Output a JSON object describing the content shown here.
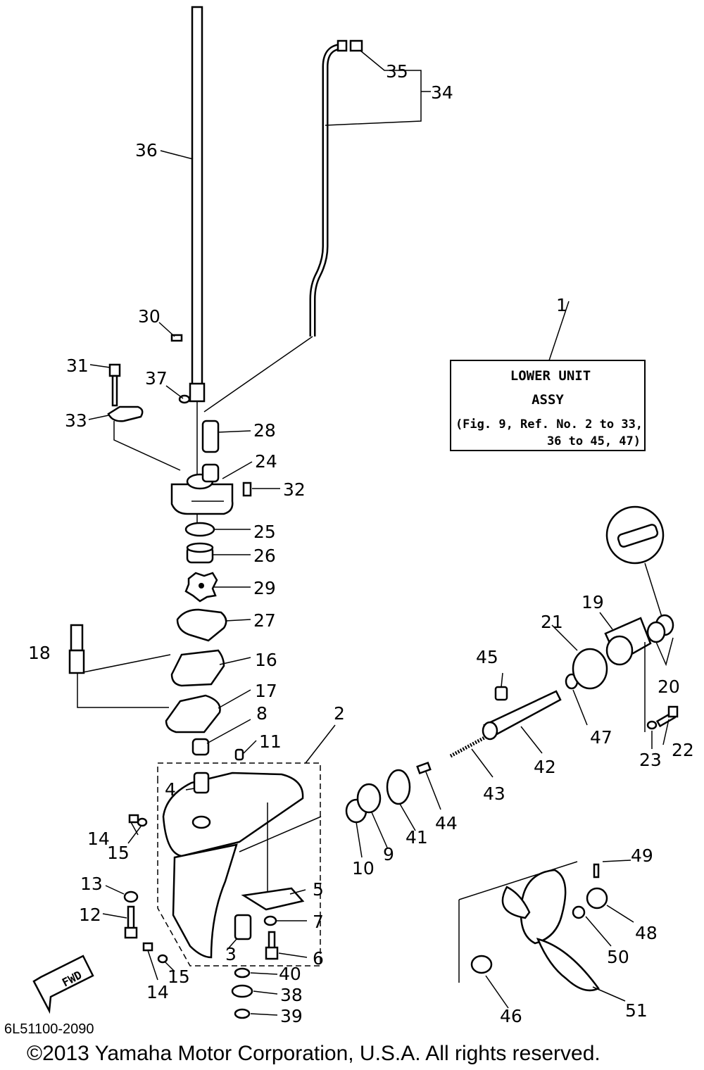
{
  "diagram": {
    "parts": [
      "1",
      "2",
      "3",
      "4",
      "5",
      "6",
      "7",
      "8",
      "9",
      "10",
      "11",
      "12",
      "13",
      "14",
      "14",
      "15",
      "15",
      "16",
      "17",
      "18",
      "19",
      "20",
      "21",
      "22",
      "23",
      "24",
      "25",
      "26",
      "27",
      "28",
      "29",
      "30",
      "31",
      "32",
      "33",
      "34",
      "35",
      "36",
      "37",
      "38",
      "39",
      "40",
      "41",
      "42",
      "43",
      "44",
      "45",
      "46",
      "47",
      "48",
      "49",
      "50",
      "51"
    ],
    "assembly_box": {
      "line1": "LOWER UNIT",
      "line2": "ASSY",
      "line3": "(Fig. 9, Ref. No. 2 to 33,",
      "line4": "36 to 45, 47)"
    },
    "fwd_label": "FWD",
    "figure_code": "6L51100-2090",
    "copyright": "©2013 Yamaha Motor Corporation, U.S.A. All rights reserved."
  }
}
